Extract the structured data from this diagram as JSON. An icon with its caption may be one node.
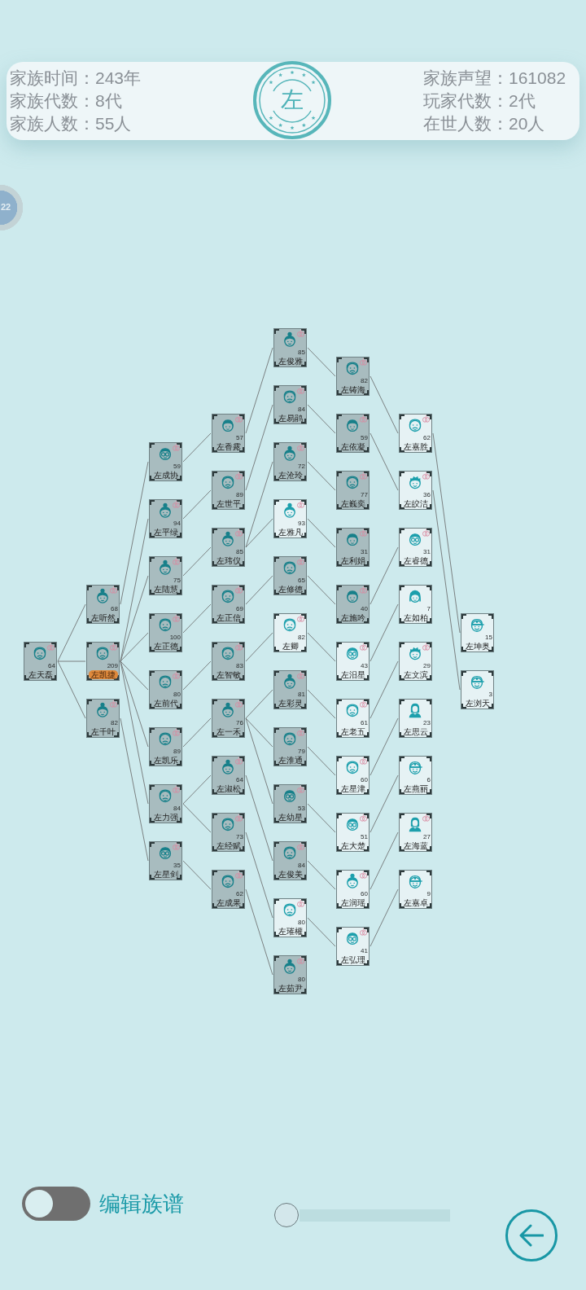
{
  "diagram": {
    "nodes": [
      {
        "text": [
          "64",
          "左天磊"
        ]
      },
      {
        "text": [
          "68",
          "左听然"
        ]
      },
      {
        "text": [
          "209",
          "左凯捷"
        ]
      },
      {
        "text": [
          "82",
          "左千叶"
        ]
      },
      {
        "text": [
          "59",
          "左成协"
        ]
      },
      {
        "text": [
          "94",
          "左平绿"
        ]
      },
      {
        "text": [
          "75",
          "左陆慧"
        ]
      },
      {
        "text": [
          "100",
          "左正德"
        ]
      },
      {
        "text": [
          "80",
          "左前代"
        ]
      },
      {
        "text": [
          "89",
          "左凯乐"
        ]
      },
      {
        "text": [
          "84",
          "左力强"
        ]
      },
      {
        "text": [
          "35",
          "左星剑"
        ]
      },
      {
        "text": [
          "57",
          "左香露"
        ]
      },
      {
        "text": [
          "89",
          "左世平"
        ]
      },
      {
        "text": [
          "85",
          "左玮仪"
        ]
      },
      {
        "text": [
          "69",
          "左正信"
        ]
      },
      {
        "text": [
          "83",
          "左智敏"
        ]
      },
      {
        "text": [
          "76",
          "左一禾"
        ]
      },
      {
        "text": [
          "64",
          "左淑松"
        ]
      },
      {
        "text": [
          "73",
          "左经赋"
        ]
      },
      {
        "text": [
          "62",
          "左成果"
        ]
      },
      {
        "text": [
          "85",
          "左俊雅"
        ]
      },
      {
        "text": [
          "84",
          "左易鹃"
        ]
      },
      {
        "text": [
          "72",
          "左沧玲"
        ]
      },
      {
        "text": [
          "93",
          "左雅凡"
        ]
      },
      {
        "text": [
          "65",
          "左修德"
        ]
      },
      {
        "text": [
          "82",
          "左卿"
        ]
      },
      {
        "text": [
          "81",
          "左彩灵"
        ]
      },
      {
        "text": [
          "79",
          "左淮通"
        ]
      },
      {
        "text": [
          "53",
          "左幼星"
        ]
      },
      {
        "text": [
          "84",
          "左俊美"
        ]
      },
      {
        "text": [
          "80",
          "左璀權"
        ]
      },
      {
        "text": [
          "80",
          "左茹尹"
        ]
      },
      {
        "text": [
          "82",
          "左铸海"
        ]
      },
      {
        "text": [
          "59",
          "左依凝"
        ]
      },
      {
        "text": [
          "77",
          "左巍奕"
        ]
      },
      {
        "text": [
          "31",
          "左利娟"
        ]
      },
      {
        "text": [
          "40",
          "左施吟"
        ]
      },
      {
        "text": [
          "43",
          "左汨星"
        ]
      },
      {
        "text": [
          "61",
          "左老五"
        ]
      },
      {
        "text": [
          "60",
          "左星津"
        ]
      },
      {
        "text": [
          "51",
          "左大楚"
        ]
      },
      {
        "text": [
          "60",
          "左润瑶"
        ]
      },
      {
        "text": [
          "41",
          "左弘理"
        ]
      },
      {
        "text": [
          "62",
          "左嘉胜"
        ]
      },
      {
        "text": [
          "36",
          "左皎洁"
        ]
      },
      {
        "text": [
          "31",
          "左睿德"
        ]
      },
      {
        "text": [
          "7",
          "左如柏"
        ]
      },
      {
        "text": [
          "29",
          "左文滨"
        ]
      },
      {
        "text": [
          "23",
          "左思云"
        ]
      },
      {
        "text": [
          "6",
          "左燕丽"
        ]
      },
      {
        "text": [
          "27",
          "左海蓝"
        ]
      },
      {
        "text": [
          "9",
          "左嘉卓"
        ]
      },
      {
        "text": [
          "15",
          "左坤奥"
        ]
      },
      {
        "text": [
          "3",
          "左浏天"
        ]
      }
    ],
    "edges": [
      {
        "from": 0,
        "to": 1,
        "arrow": "none"
      },
      {
        "from": 0,
        "to": 2,
        "arrow": "none"
      },
      {
        "from": 0,
        "to": 3,
        "arrow": "none"
      },
      {
        "from": 1,
        "to": 4,
        "arrow": "none"
      },
      {
        "from": 2,
        "to": 5,
        "arrow": "none"
      },
      {
        "from": 2,
        "to": 6,
        "arrow": "none"
      },
      {
        "from": 2,
        "to": 7,
        "arrow": "none"
      },
      {
        "from": 2,
        "to": 8,
        "arrow": "none"
      },
      {
        "from": 2,
        "to": 9,
        "arrow": "none"
      },
      {
        "from": 2,
        "to": 10,
        "arrow": "none"
      },
      {
        "from": 3,
        "to": 11,
        "arrow": "none"
      },
      {
        "from": 4,
        "to": 12,
        "arrow": "none"
      },
      {
        "from": 5,
        "to": 13,
        "arrow": "none"
      },
      {
        "from": 6,
        "to": 14,
        "arrow": "none"
      },
      {
        "from": 7,
        "to": 15,
        "arrow": "none"
      },
      {
        "from": 8,
        "to": 16,
        "arrow": "none"
      },
      {
        "from": 9,
        "to": 17,
        "arrow": "none"
      },
      {
        "from": 10,
        "to": 18,
        "arrow": "none"
      },
      {
        "from": 10,
        "to": 19,
        "arrow": "none"
      },
      {
        "from": 11,
        "to": 20,
        "arrow": "none"
      },
      {
        "from": 12,
        "to": 21,
        "arrow": "none"
      },
      {
        "from": 13,
        "to": 22,
        "arrow": "none"
      },
      {
        "from": 14,
        "to": 23,
        "arrow": "none"
      },
      {
        "from": 14,
        "to": 24,
        "arrow": "none"
      },
      {
        "from": 15,
        "to": 25,
        "arrow": "none"
      },
      {
        "from": 16,
        "to": 26,
        "arrow": "none"
      },
      {
        "from": 17,
        "to": 27,
        "arrow": "none"
      },
      {
        "from": 17,
        "to": 28,
        "arrow": "none"
      },
      {
        "from": 17,
        "to": 29,
        "arrow": "none"
      },
      {
        "from": 18,
        "to": 30,
        "arrow": "none"
      },
      {
        "from": 19,
        "to": 31,
        "arrow": "none"
      },
      {
        "from": 20,
        "to": 32,
        "arrow": "none"
      },
      {
        "from": 21,
        "to": 33,
        "arrow": "none"
      },
      {
        "from": 22,
        "to": 34,
        "arrow": "none"
      },
      {
        "from": 23,
        "to": 35,
        "arrow": "none"
      },
      {
        "from": 24,
        "to": 36,
        "arrow": "none"
      },
      {
        "from": 25,
        "to": 37,
        "arrow": "none"
      },
      {
        "from": 26,
        "to": 38,
        "arrow": "none"
      },
      {
        "from": 27,
        "to": 39,
        "arrow": "none"
      },
      {
        "from": 28,
        "to": 40,
        "arrow": "none"
      },
      {
        "from": 29,
        "to": 41,
        "arrow": "none"
      },
      {
        "from": 30,
        "to": 42,
        "arrow": "none"
      },
      {
        "from": 31,
        "to": 43,
        "arrow": "none"
      },
      {
        "from": 33,
        "to": 44,
        "arrow": "none"
      },
      {
        "from": 34,
        "to": 45,
        "arrow": "none"
      },
      {
        "from": 37,
        "to": 46,
        "arrow": "none"
      },
      {
        "from": 38,
        "to": 47,
        "arrow": "none"
      },
      {
        "from": 39,
        "to": 48,
        "arrow": "none"
      },
      {
        "from": 40,
        "to": 49,
        "arrow": "none"
      },
      {
        "from": 41,
        "to": 50,
        "arrow": "none"
      },
      {
        "from": 42,
        "to": 51,
        "arrow": "none"
      },
      {
        "from": 43,
        "to": 52,
        "arrow": "none"
      },
      {
        "from": 44,
        "to": 53,
        "arrow": "none"
      },
      {
        "from": 45,
        "to": 54,
        "arrow": "none"
      }
    ],
    "labels": [
      "家族时间：243年",
      "左",
      "家族声望：161082",
      "家族代数：8代",
      "玩家代数：2代",
      "家族人数：55人",
      "在世人数：20人",
      "22",
      "编辑族谱"
    ]
  }
}
